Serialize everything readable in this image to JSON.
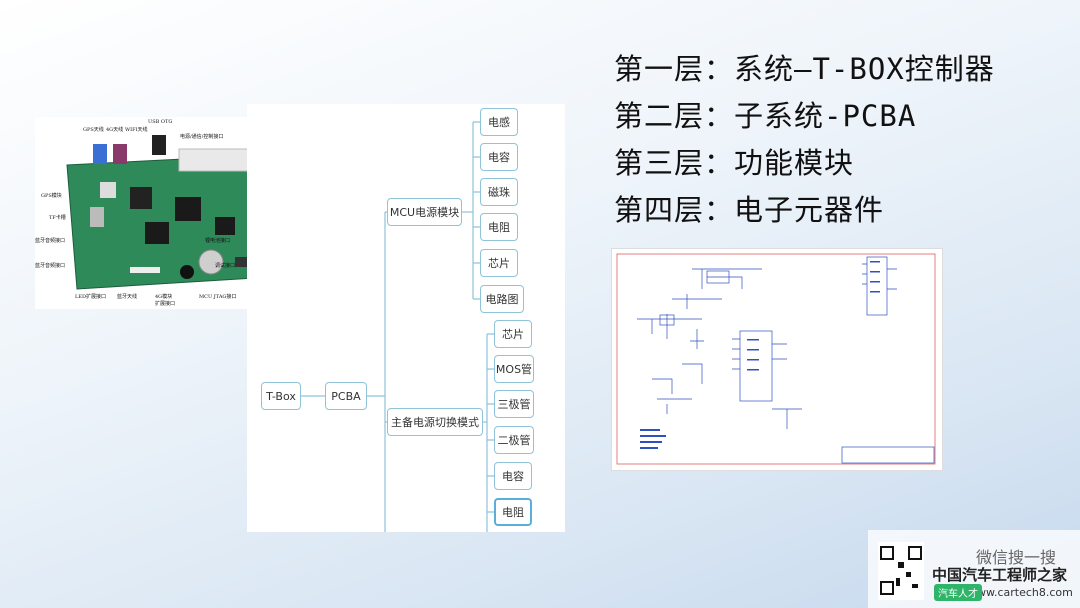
{
  "layers": [
    "第一层：系统—T-BOX控制器",
    "第二层：子系统-PCBA",
    "第三层：功能模块",
    "第四层：电子元器件"
  ],
  "pcb_labels": {
    "gps_antenna": "GPS天线",
    "antenna_4g": "4G天线",
    "wifi_antenna": "WIFI天线",
    "usb_otg": "USB OTG",
    "power_signal": "电源/通信/控制接口",
    "gps_module": "GPS模块",
    "tf_card": "TF卡槽",
    "bt_mic": "蓝牙音频接口",
    "bt_audio": "蓝牙音频接口",
    "battery": "锂电池接口",
    "debug": "调试接口",
    "led": "LED扩展接口",
    "bt": "蓝牙天线",
    "module_4g": "4G模块",
    "expand": "扩展接口",
    "jtag": "MCU JTAG接口"
  },
  "mindmap": {
    "root": "T-Box",
    "level2": "PCBA",
    "modules": [
      {
        "label": "MCU电源模块",
        "children": [
          "电感",
          "电容",
          "磁珠",
          "电阻",
          "芯片",
          "电路图"
        ]
      },
      {
        "label": "主备电源切换模式",
        "children": [
          "芯片",
          "MOS管",
          "三极管",
          "二极管",
          "电容",
          "电阻"
        ]
      }
    ]
  },
  "watermark": {
    "search": "微信搜一搜",
    "brand": "中国汽车工程师之家",
    "url": "www.cartech8.com",
    "badge": "汽车人才"
  }
}
